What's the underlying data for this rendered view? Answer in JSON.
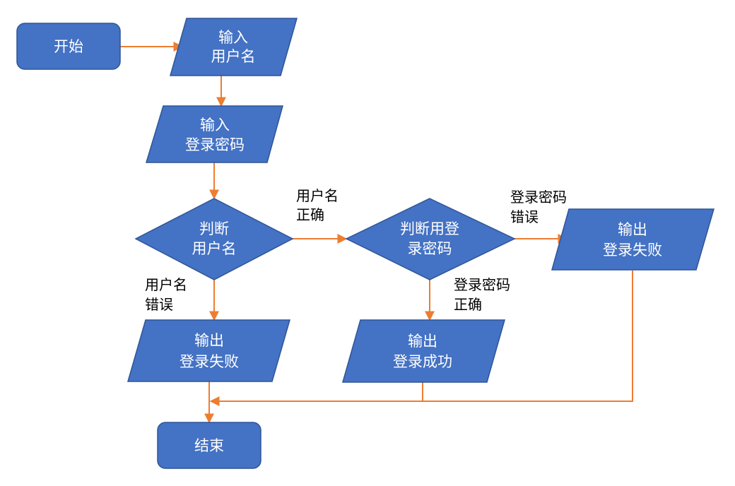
{
  "colors": {
    "node_fill": "#4472c4",
    "node_stroke": "#2f5597",
    "edge": "#ed7d31",
    "node_text": "#ffffff",
    "edge_text": "#000000"
  },
  "nodes": {
    "start": {
      "lines": [
        "开始"
      ]
    },
    "input_username": {
      "lines": [
        "输入",
        "用户名"
      ]
    },
    "input_password": {
      "lines": [
        "输入",
        "登录密码"
      ]
    },
    "check_username": {
      "lines": [
        "判断",
        "用户名"
      ]
    },
    "check_password": {
      "lines": [
        "判断用登",
        "录密码"
      ]
    },
    "fail_password": {
      "lines": [
        "输出",
        "登录失败"
      ]
    },
    "fail_username": {
      "lines": [
        "输出",
        "登录失败"
      ]
    },
    "success": {
      "lines": [
        "输出",
        "登录成功"
      ]
    },
    "end": {
      "lines": [
        "结束"
      ]
    }
  },
  "edge_labels": {
    "username_correct": [
      "用户名",
      "正确"
    ],
    "username_wrong": [
      "用户名",
      "错误"
    ],
    "password_wrong": [
      "登录密码",
      "错误"
    ],
    "password_correct": [
      "登录密码",
      "正确"
    ]
  }
}
